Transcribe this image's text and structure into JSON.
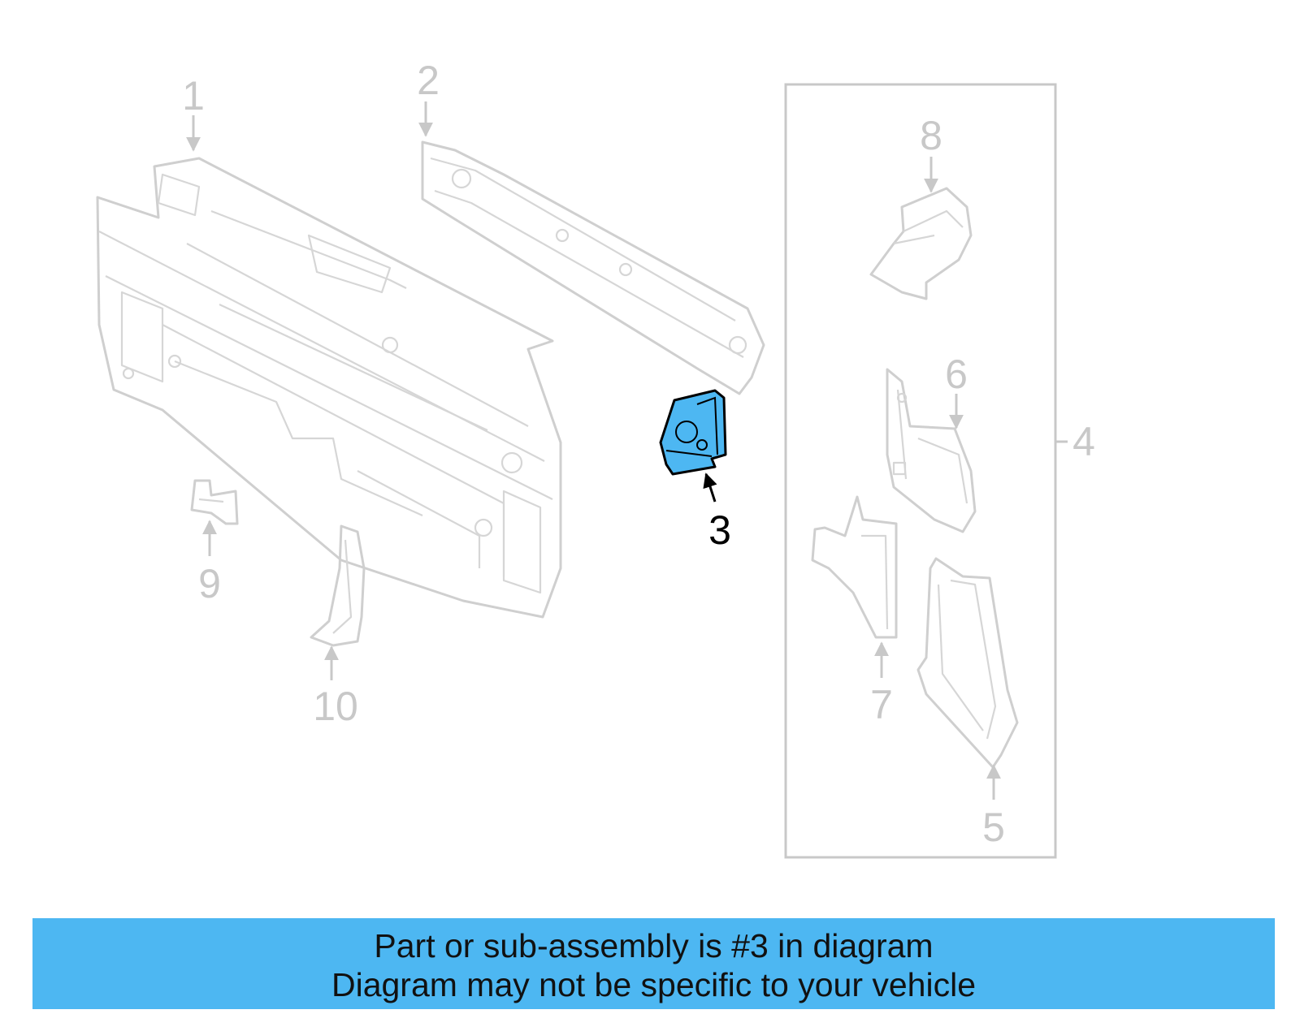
{
  "diagram": {
    "highlight_color": "#4db7f2",
    "callouts": [
      "1",
      "2",
      "3",
      "4",
      "5",
      "6",
      "7",
      "8",
      "9",
      "10"
    ],
    "highlighted_callout": "3"
  },
  "banner": {
    "line1": "Part or sub-assembly is #3 in diagram",
    "line2": "Diagram may not be specific to your vehicle",
    "background": "#4db7f2"
  }
}
